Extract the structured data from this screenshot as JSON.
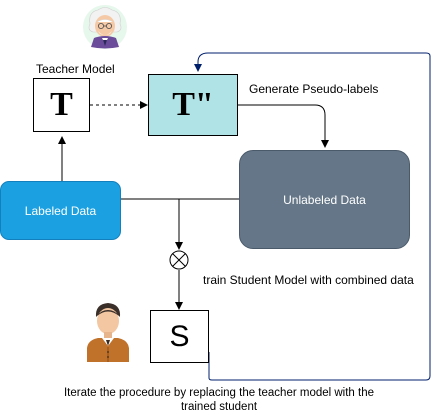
{
  "teacher": {
    "caption": "Teacher Model",
    "symbol": "T",
    "icon": "teacher-avatar-icon"
  },
  "teacher_prime": {
    "symbol": "T\"",
    "fill": "#b0e3e6"
  },
  "pseudo_label_text": "Generate Pseudo-labels",
  "unlabeled": {
    "label": "Unlabeled Data",
    "fill": "#647687"
  },
  "labeled": {
    "label": "Labeled Data",
    "fill": "#1ba1e2"
  },
  "combine_text": "train Student Model with combined data",
  "student": {
    "symbol": "S",
    "icon": "student-avatar-icon"
  },
  "iterate_text": {
    "line1": "Iterate the procedure by replacing the teacher model with the",
    "line2": "trained student"
  },
  "colors": {
    "wire": "#000000",
    "loop_wire": "#001f6b"
  }
}
